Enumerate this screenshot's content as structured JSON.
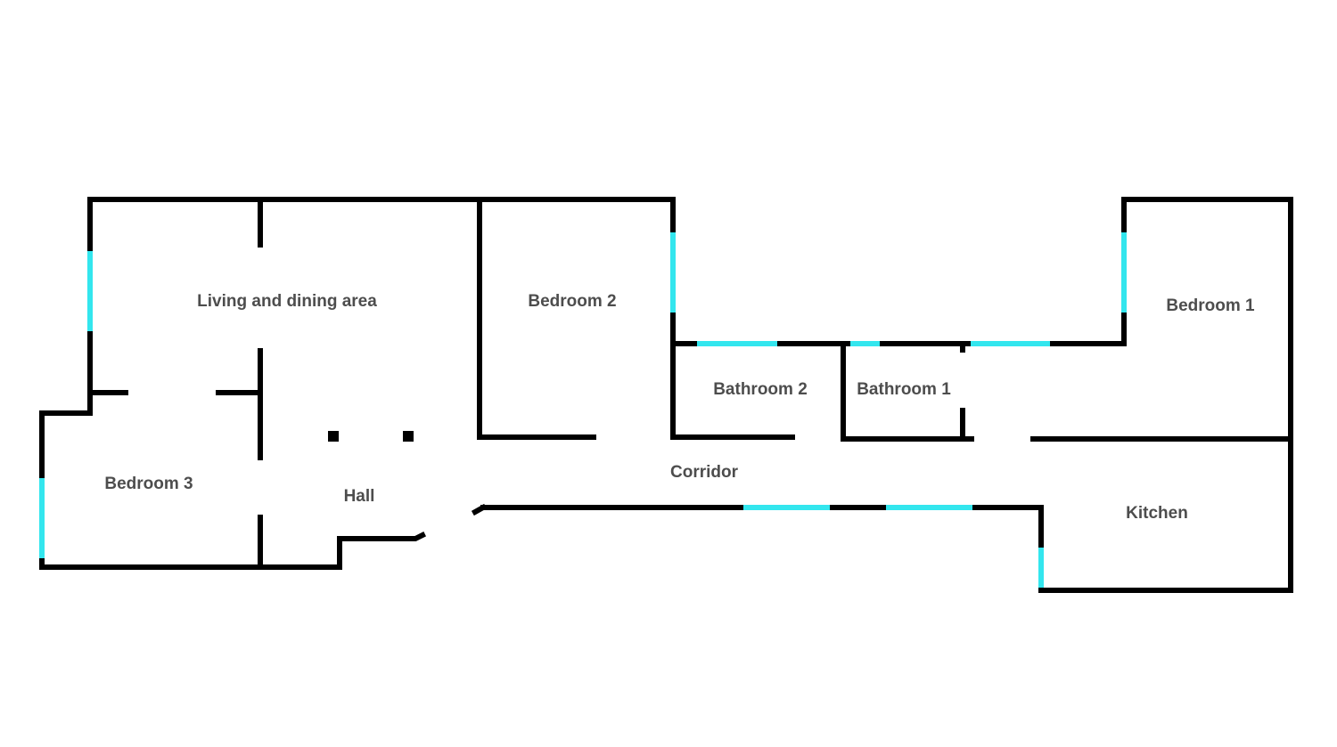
{
  "colors": {
    "wall": "#000000",
    "window": "#33e6ee",
    "label": "#4d4d4d",
    "background": "#ffffff"
  },
  "rooms": {
    "living": "Living and dining area",
    "bedroom2": "Bedroom 2",
    "bedroom1": "Bedroom 1",
    "bathroom2": "Bathroom 2",
    "bathroom1": "Bathroom 1",
    "bedroom3": "Bedroom 3",
    "hall": "Hall",
    "corridor": "Corridor",
    "kitchen": "Kitchen"
  }
}
